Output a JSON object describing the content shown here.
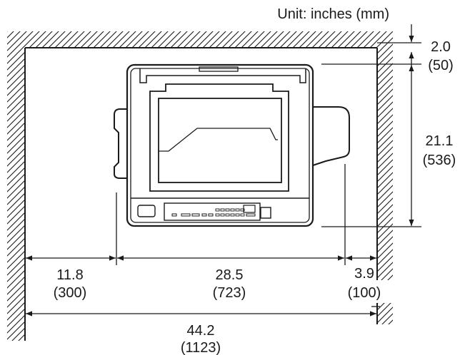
{
  "unit_note": "Unit: inches (mm)",
  "dimensions": {
    "top_clearance": {
      "inches": "2.0",
      "mm": "(50)"
    },
    "depth": {
      "inches": "21.1",
      "mm": "(536)"
    },
    "left_clearance": {
      "inches": "11.8",
      "mm": "(300)"
    },
    "machine_width": {
      "inches": "28.5",
      "mm": "(723)"
    },
    "right_clearance": {
      "inches": "3.9",
      "mm": "(100)"
    },
    "total_width": {
      "inches": "44.2",
      "mm": "(1123)"
    }
  }
}
